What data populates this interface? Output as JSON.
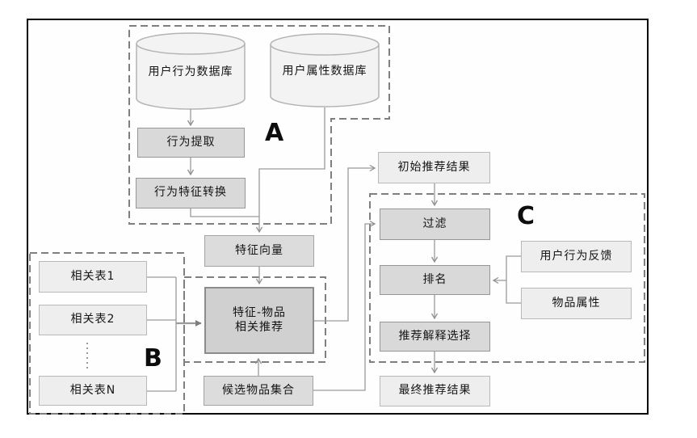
{
  "groups": {
    "a": "A",
    "b": "B",
    "c": "C"
  },
  "nodes": {
    "db_behavior": "用户行为数据库",
    "db_attribute": "用户属性数据库",
    "behavior_extract": "行为提取",
    "behavior_feature_convert": "行为特征转换",
    "feature_vector": "特征向量",
    "related_table_1": "相关表1",
    "related_table_2": "相关表2",
    "related_table_n": "相关表N",
    "feature_item_line1": "特征-物品",
    "feature_item_line2": "相关推荐",
    "candidate_item_set": "候选物品集合",
    "initial_result": "初始推荐结果",
    "filter": "过滤",
    "ranking": "排名",
    "user_behavior_feedback": "用户行为反馈",
    "item_attribute": "物品属性",
    "explanation_select": "推荐解释选择",
    "final_result": "最终推荐结果"
  },
  "colors": {
    "outer_border": "#000000",
    "group_outline": "#7f7f7f",
    "connector": "#9a9a9a",
    "node_fill_light": "#eeeeee",
    "node_fill_medium": "#d9d9d9",
    "node_fill_dark": "#d0d0d0",
    "cylinder_fill": "#f3f3f3",
    "text": "#151515"
  }
}
